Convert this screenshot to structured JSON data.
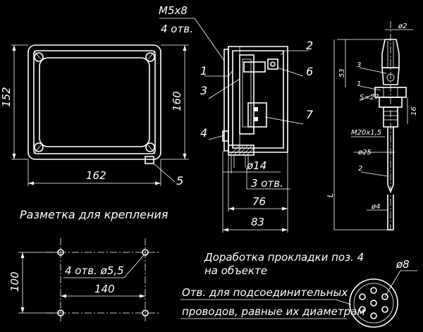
{
  "labels": {
    "thread_top": "M5x8",
    "holes_top": "4 отв.",
    "dim_162": "162",
    "dim_152": "152",
    "dim_160": "160",
    "dim_14": "ø14",
    "holes_3": "3 отв.",
    "dim_76": "76",
    "dim_83": "83",
    "section_title": "Разметка для крепления",
    "dim_100": "100",
    "holes_4_d55": "4 отв. ø5,5",
    "dim_140": "140",
    "note_gasket_l1": "Доработка прокладки поз. 4",
    "note_gasket_l2": "на объекте",
    "note_holes_l1": "Отв. для подсоединительных",
    "note_holes_l2": "проводов, равные их диаметрам",
    "dim_phi8": "ø8",
    "sensor_phi2": "ø2",
    "sensor_53": "53",
    "sensor_pos3": "3",
    "sensor_pos1": "1",
    "sensor_s27": "S=27",
    "sensor_16": "16",
    "sensor_thread": "M20x1,5",
    "sensor_phi25": "ø25",
    "sensor_pos2": "2",
    "sensor_L": "L",
    "sensor_phi4": "ø4"
  },
  "positions": [
    "1",
    "2",
    "3",
    "4",
    "5",
    "6",
    "7"
  ]
}
